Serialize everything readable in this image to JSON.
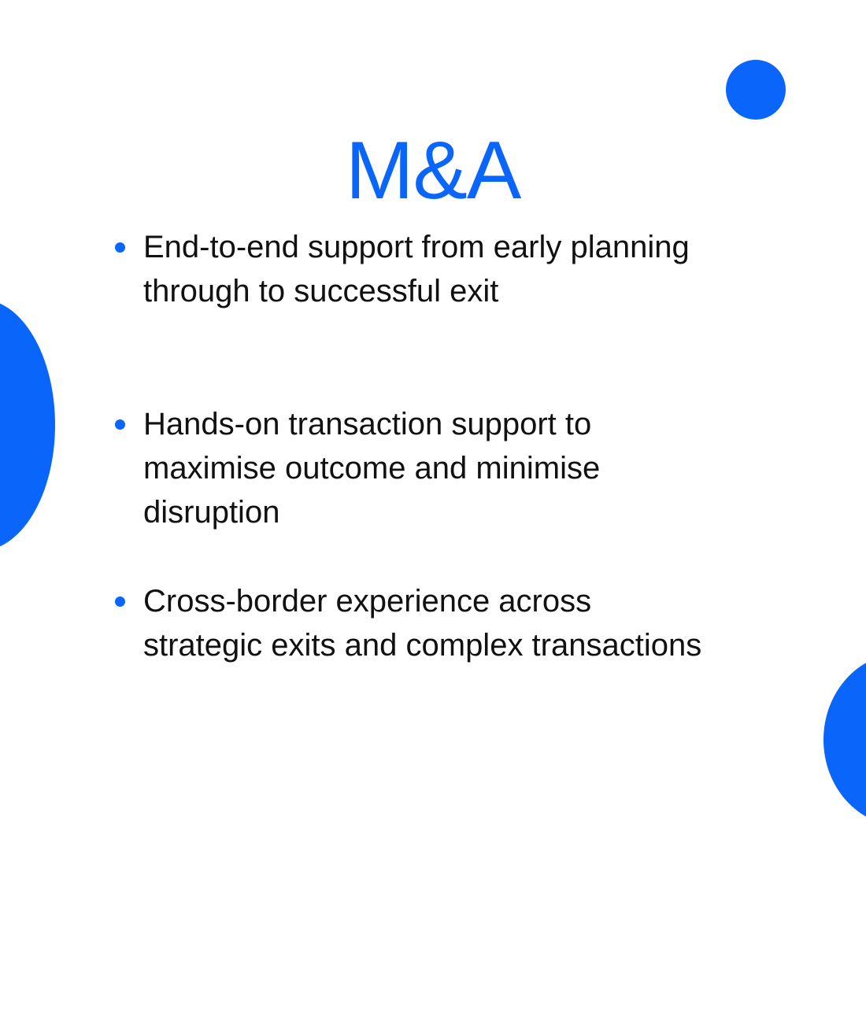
{
  "slide": {
    "title": "M&A",
    "accent_color": "#0a66fa",
    "text_color": "#111111",
    "bullets": [
      {
        "text": "End-to-end support from early planning through to successful exit"
      },
      {
        "text": "Hands-on transaction support to maximise outcome and minimise disruption"
      },
      {
        "text": "Cross-border experience across strategic exits and complex transactions"
      }
    ]
  }
}
